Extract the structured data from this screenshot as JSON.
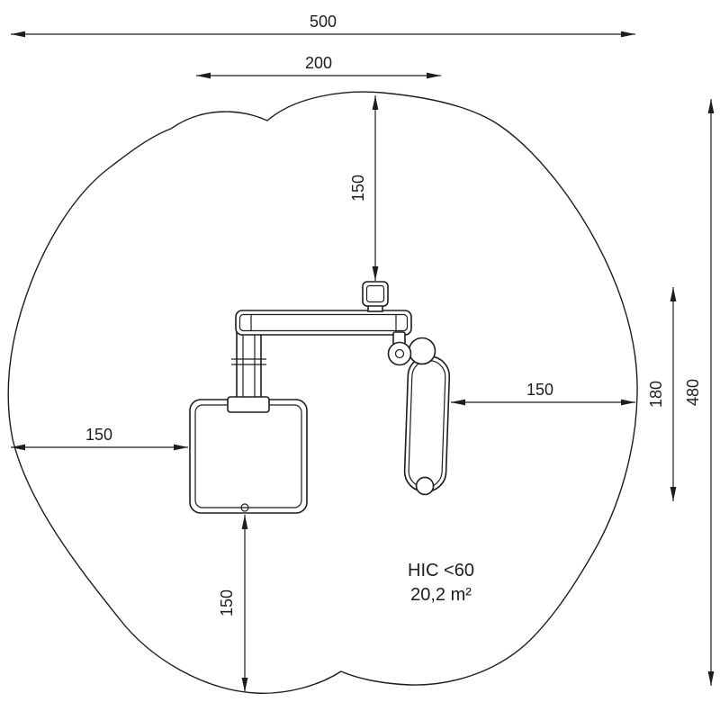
{
  "drawing": {
    "labels": {
      "hic": "HIC <60",
      "area": "20,2 m²"
    },
    "dimensions": {
      "overall_width": "500",
      "equipment_width": "200",
      "clearance_top": "150",
      "clearance_right": "150",
      "clearance_left": "150",
      "clearance_bottom": "150",
      "equipment_depth": "180",
      "overall_height": "480"
    },
    "colors": {
      "line": "#1d1d1b",
      "background": "#ffffff"
    }
  }
}
